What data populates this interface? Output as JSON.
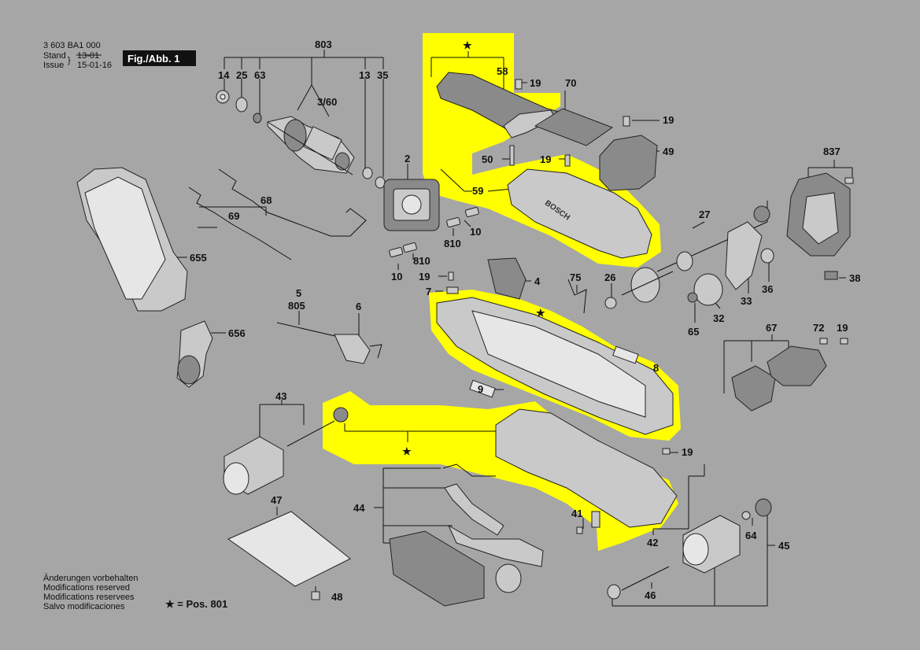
{
  "header": {
    "doc_number": "3 603 BA1 000",
    "stand_label": "Stand",
    "issue_label": "Issue",
    "stand_old_date": "13-01",
    "issue_date": "15-01-16",
    "figure_label": "Fig./Abb. 1"
  },
  "footer": {
    "notes": [
      "Änderungen vorbehalten",
      "Modifications reserved",
      "Modifications reservees",
      "Salvo modificaciones"
    ],
    "star_legend": "★ = Pos. 801"
  },
  "colors": {
    "background": "#a6a6a6",
    "highlight": "#ffff00",
    "ink": "#111111"
  },
  "star_symbol": "★",
  "labels": {
    "p803": "803",
    "p14": "14",
    "p25": "25",
    "p63": "63",
    "p13": "13",
    "p35": "35",
    "p3_60": "3/60",
    "p2": "2",
    "p68": "68",
    "p69": "69",
    "p10a": "10",
    "p810a": "810",
    "p10b": "10",
    "p810b": "810",
    "p655": "655",
    "p656": "656",
    "p5": "5",
    "p805": "805",
    "p6": "6",
    "p58": "58",
    "p19a": "19",
    "p70": "70",
    "p19b": "19",
    "p49": "49",
    "p50": "50",
    "p19c": "19",
    "p59": "59",
    "p837": "837",
    "p27": "27",
    "p19d": "19",
    "p4": "4",
    "p7": "7",
    "p75": "75",
    "p26": "26",
    "p33": "33",
    "p36": "36",
    "p38": "38",
    "p32": "32",
    "p65": "65",
    "p67": "67",
    "p72": "72",
    "p19e": "19",
    "p8": "8",
    "p9": "9",
    "p43": "43",
    "p19f": "19",
    "p47": "47",
    "p44": "44",
    "p41": "41",
    "p42": "42",
    "p64": "64",
    "p45": "45",
    "p46": "46",
    "p48": "48"
  }
}
